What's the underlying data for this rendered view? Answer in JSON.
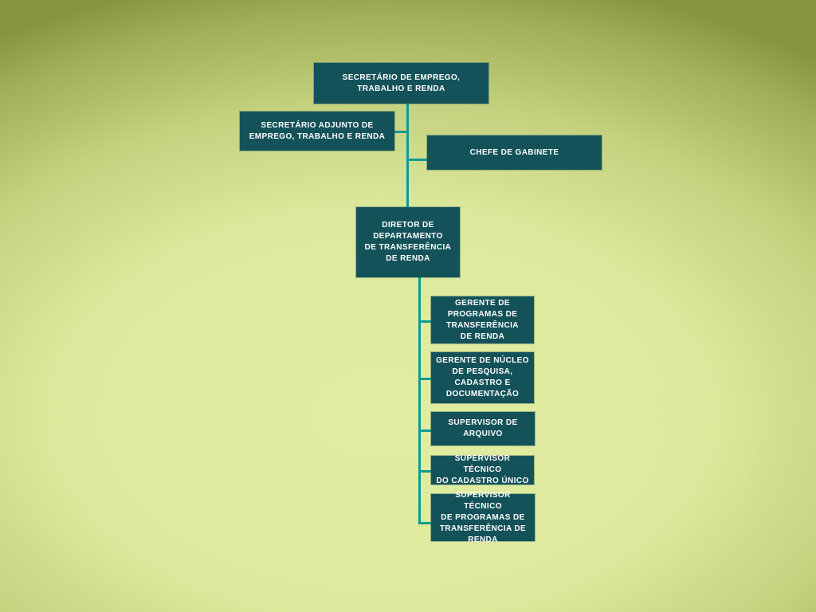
{
  "colors": {
    "box": "#14525a",
    "connector": "#0f9a96"
  },
  "org": {
    "secretario": "SECRETÁRIO DE EMPREGO,\nTRABALHO E RENDA",
    "adjunto": "SECRETÁRIO ADJUNTO DE\nEMPREGO, TRABALHO E RENDA",
    "chefe": "CHEFE DE GABINETE",
    "diretor": "DIRETOR DE\nDEPARTAMENTO\nDE TRANSFERÊNCIA\nDE RENDA",
    "subordinates": [
      "GERENTE DE\nPROGRAMAS DE\nTRANSFERÊNCIA\nDE RENDA",
      "GERENTE DE NÚCLEO\nDE PESQUISA,\nCADASTRO E\nDOCUMENTAÇÃO",
      "SUPERVISOR DE\nARQUIVO",
      "SUPERVISOR TÉCNICO\nDO CADASTRO ÚNICO",
      "SUPERVISOR TÉCNICO\nDE PROGRAMAS DE\nTRANSFERÊNCIA DE\nRENDA"
    ]
  }
}
